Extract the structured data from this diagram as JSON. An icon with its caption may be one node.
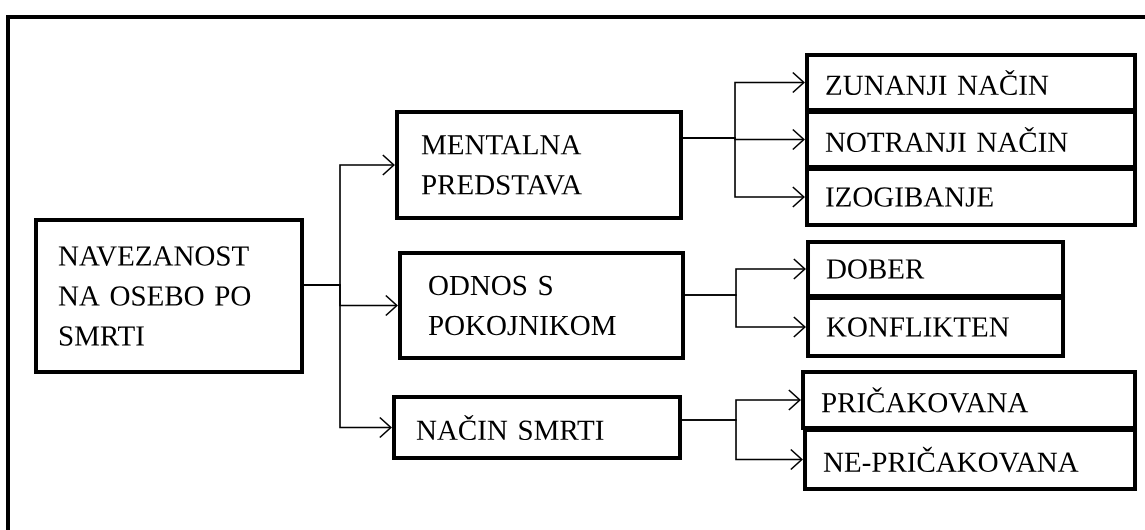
{
  "diagram": {
    "nodes": [
      {
        "text": [
          "NAVEZANOST NA OSEBO PO SMRTI"
        ]
      },
      {
        "text": [
          "MENTALNA PREDSTAVA"
        ]
      },
      {
        "text": [
          "ODNOS S POKOJNIKOM"
        ]
      },
      {
        "text": [
          "NAČIN SMRTI"
        ]
      },
      {
        "text": [
          "ZUNANJI NAČIN"
        ]
      },
      {
        "text": [
          "NOTRANJI NAČIN"
        ]
      },
      {
        "text": [
          "IZOGIBANJE"
        ]
      },
      {
        "text": [
          "DOBER"
        ]
      },
      {
        "text": [
          "KONFLIKTEN"
        ]
      },
      {
        "text": [
          "PRIČAKOVANA"
        ]
      },
      {
        "text": [
          "NE-PRIČAKOVANA"
        ]
      }
    ],
    "edges": [
      {
        "from": 0,
        "to": 1,
        "arrow": "to"
      },
      {
        "from": 0,
        "to": 2,
        "arrow": "to"
      },
      {
        "from": 0,
        "to": 3,
        "arrow": "to"
      },
      {
        "from": 1,
        "to": 4,
        "arrow": "to"
      },
      {
        "from": 1,
        "to": 5,
        "arrow": "to"
      },
      {
        "from": 1,
        "to": 6,
        "arrow": "to"
      },
      {
        "from": 2,
        "to": 7,
        "arrow": "to"
      },
      {
        "from": 2,
        "to": 8,
        "arrow": "to"
      },
      {
        "from": 3,
        "to": 9,
        "arrow": "to"
      },
      {
        "from": 3,
        "to": 10,
        "arrow": "to"
      }
    ]
  }
}
